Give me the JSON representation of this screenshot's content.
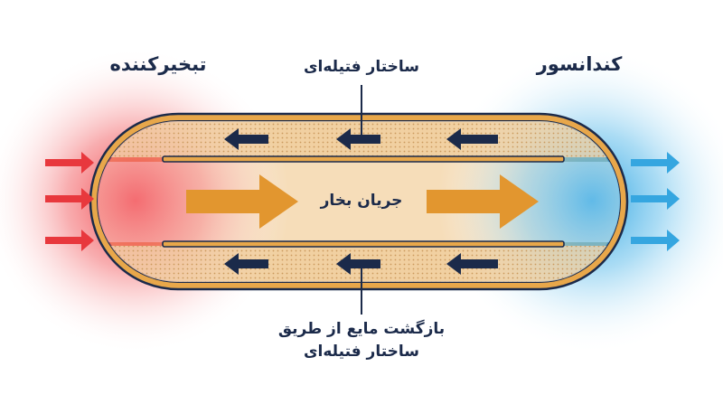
{
  "labels": {
    "evaporator": "تبخیرکننده",
    "condenser": "کندانسور",
    "wick_top": "ساختار فتیله‌ای",
    "vapor_flow": "جریان بخار",
    "liquid_return_line1": "بازگشت مایع از طریق",
    "liquid_return_line2": "ساختار فتیله‌ای"
  },
  "colors": {
    "hot": "#e8383d",
    "cold": "#35a6e0",
    "tube_outline": "#1b2a4a",
    "tube_wall": "#e8a74a",
    "vapor_arrow": "#e2962f",
    "wick_fill": "#f3d9b5",
    "liquid_arrow": "#1b2a4a",
    "text": "#1b2a4a"
  },
  "icons": {
    "heat_in": "arrow-right-icon",
    "heat_out": "arrow-right-icon",
    "vapor": "arrow-right-icon",
    "liquid": "arrow-left-icon"
  }
}
